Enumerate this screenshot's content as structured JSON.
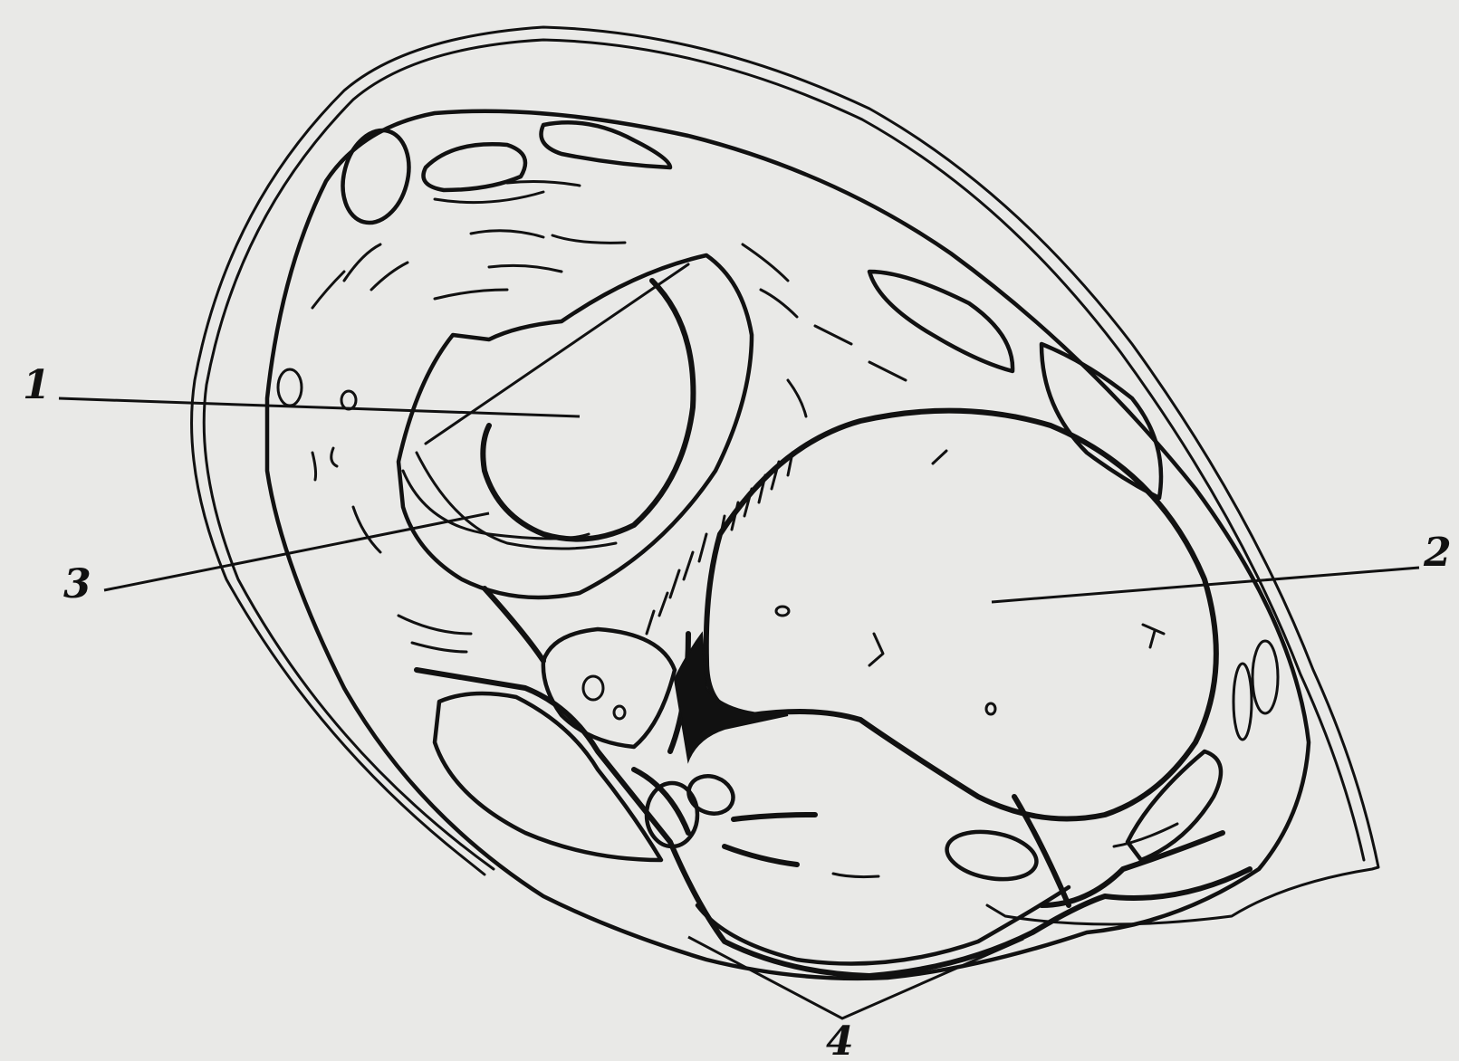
{
  "figure": {
    "labels": [
      {
        "id": "1",
        "text": "1"
      },
      {
        "id": "2",
        "text": "2"
      },
      {
        "id": "3",
        "text": "3"
      },
      {
        "id": "4",
        "text": "4"
      }
    ]
  }
}
